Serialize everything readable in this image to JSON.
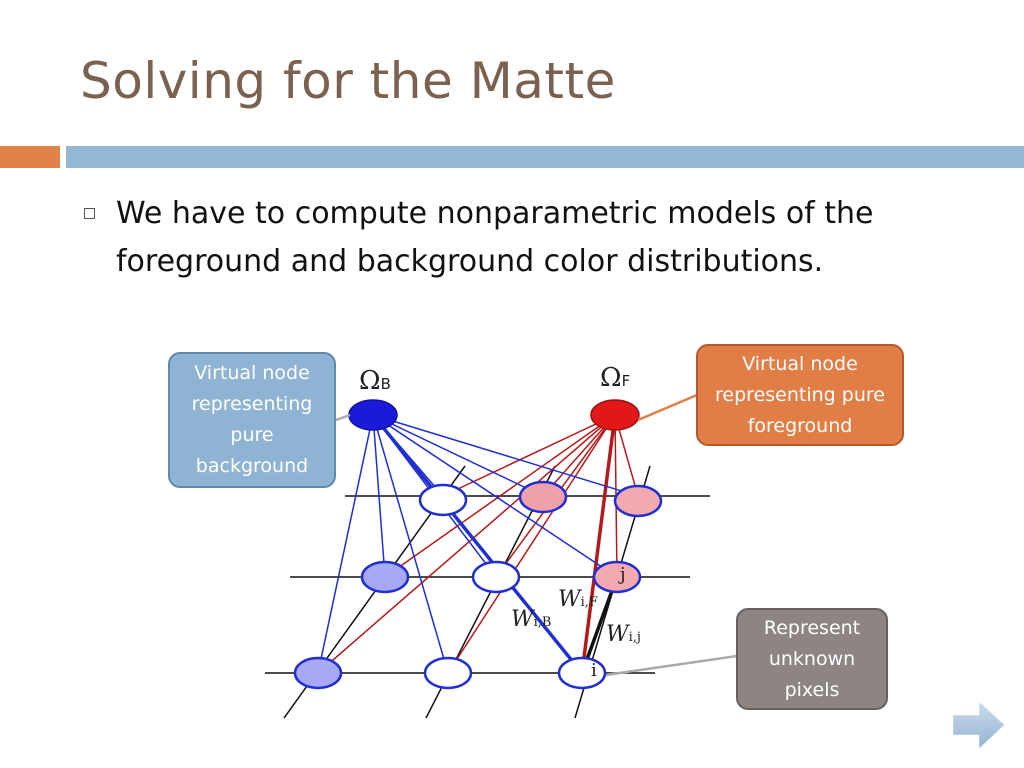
{
  "slide": {
    "title": "Solving for the Matte",
    "bullet": "We have to compute nonparametric models of the foreground and background color distributions."
  },
  "diagram": {
    "omega_b": "Ω",
    "omega_b_sub": "B",
    "omega_f": "Ω",
    "omega_f_sub": "F",
    "w_ib": "W",
    "w_ib_sub": "i,B",
    "w_if": "W",
    "w_if_sub": "i,F",
    "w_ij": "W",
    "w_ij_sub": "i,j",
    "node_i": "i",
    "node_j": "j",
    "callout_background": "Virtual node representing pure background",
    "callout_foreground": "Virtual node representing pure foreground",
    "callout_pixels": "Represent unknown pixels"
  },
  "colors": {
    "background_link": "#1f2fd0",
    "foreground_link": "#b51a1a",
    "accent_orange": "#df8348",
    "accent_blue": "#94b7d3"
  },
  "icons": {
    "next": "next-arrow-icon"
  }
}
